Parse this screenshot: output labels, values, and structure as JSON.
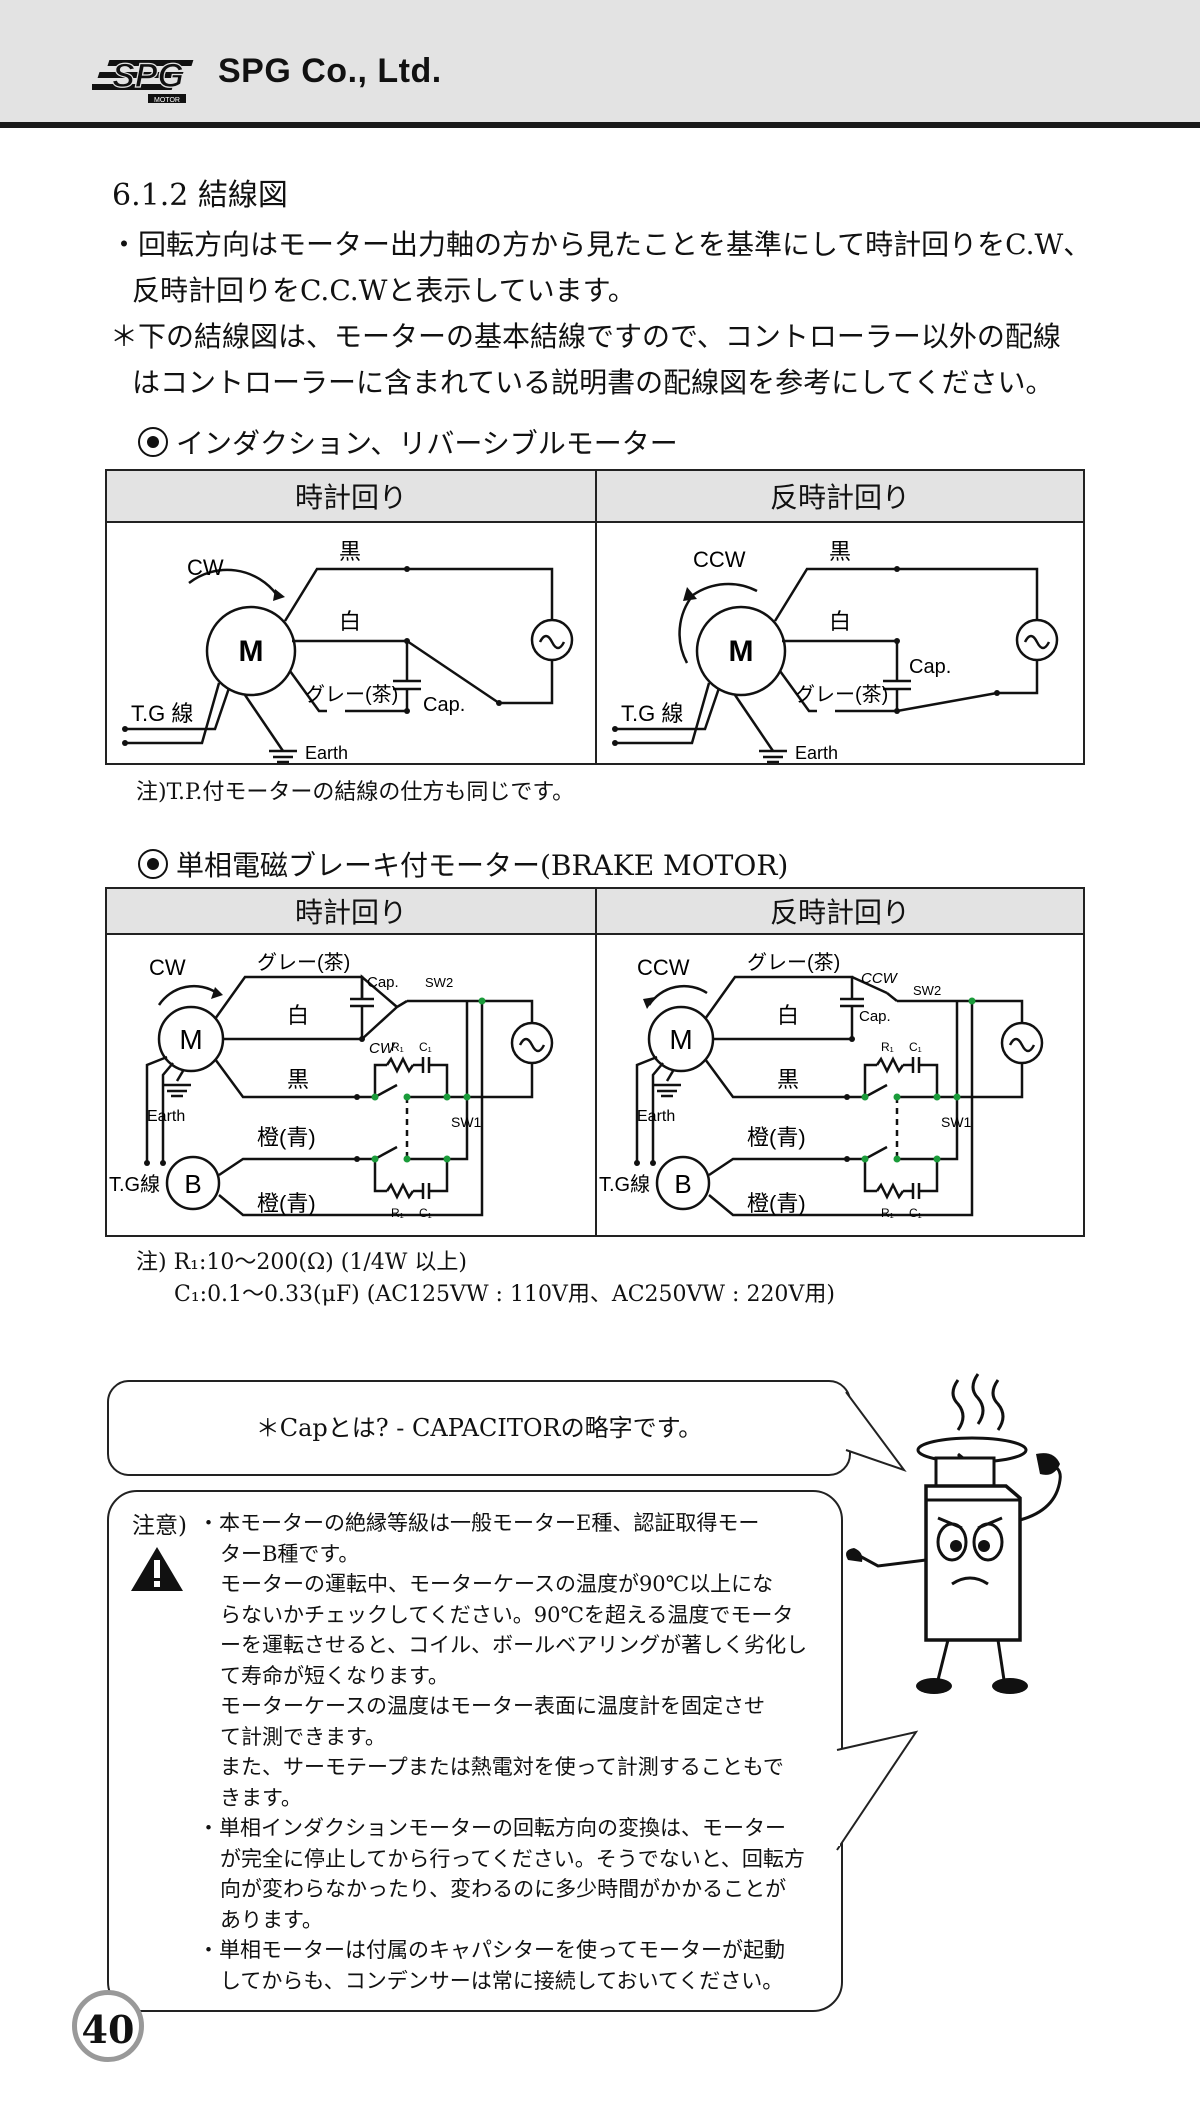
{
  "header": {
    "logo_text": "SPG",
    "logo_sub": "MOTOR",
    "company": "SPG Co., Ltd."
  },
  "section_title": "6.1.2 結線図",
  "intro": {
    "line1": "・回転方向はモーター出力軸の方から見たことを基準にして時計回りをC.W、",
    "line2": "反時計回りをC.C.Wと表示しています。",
    "line3": "＊下の結線図は、モーターの基本結線ですので、コントローラー以外の配線",
    "line4": "はコントローラーに含まれている説明書の配線図を参考にしてください。"
  },
  "induction": {
    "heading": "インダクション、リバーシブルモーター",
    "col_cw": "時計回り",
    "col_ccw": "反時計回り",
    "diagram_cw": {
      "rotation": "CW",
      "motor": "M",
      "black": "黒",
      "white": "白",
      "gray": "グレー(茶)",
      "cap": "Cap.",
      "tg": "T.G 線",
      "earth": "Earth"
    },
    "diagram_ccw": {
      "rotation": "CCW",
      "motor": "M",
      "black": "黒",
      "white": "白",
      "gray": "グレー(茶)",
      "cap": "Cap.",
      "tg": "T.G 線",
      "earth": "Earth"
    },
    "note": "注)T.P.付モーターの結線の仕方も同じです。"
  },
  "brake": {
    "heading": "単相電磁ブレーキ付モーター(BRAKE MOTOR)",
    "col_cw": "時計回り",
    "col_ccw": "反時計回り",
    "diagram_cw": {
      "rotation": "CW",
      "motor": "M",
      "brake": "B",
      "gray": "グレー(茶)",
      "white": "白",
      "black": "黒",
      "orange1": "橙(青)",
      "orange2": "橙(青)",
      "cap": "Cap.",
      "sw2": "SW2",
      "sw1": "SW1",
      "sw_dir": "CW",
      "r1": "R₁",
      "c1": "C₁",
      "earth": "Earth",
      "tg": "T.G線"
    },
    "diagram_ccw": {
      "rotation": "CCW",
      "motor": "M",
      "brake": "B",
      "gray": "グレー(茶)",
      "white": "白",
      "black": "黒",
      "orange1": "橙(青)",
      "orange2": "橙(青)",
      "cap": "Cap.",
      "sw2": "SW2",
      "sw1": "SW1",
      "sw_dir": "CCW",
      "r1": "R₁",
      "c1": "C₁",
      "earth": "Earth",
      "tg": "T.G線"
    },
    "note1": "注) R₁:10～200(Ω) (1/4W 以上)",
    "note2": "C₁:0.1～0.33(μF) (AC125VW : 110V用、AC250VW : 220V用)"
  },
  "cap_bubble": "＊Capとは? - CAPACITORの略字です。",
  "warning": {
    "label": "注意)",
    "lines": [
      "・本モーターの絶縁等級は一般モーターE種、認証取得モー",
      "ターB種です。",
      "モーターの運転中、モーターケースの温度が90℃以上にな",
      "らないかチェックしてください。90℃を超える温度でモータ",
      "ーを運転させると、コイル、ボールベアリングが著しく劣化し",
      "て寿命が短くなります。",
      "モーターケースの温度はモーター表面に温度計を固定させ",
      "て計測できます。",
      "また、サーモテープまたは熱電対を使って計測することもで",
      "きます。",
      "・単相インダクションモーターの回転方向の変換は、モーター",
      "が完全に停止してから行ってください。そうでないと、回転方",
      "向が変わらなかったり、変わるのに多少時間がかかることが",
      "あります。",
      "・単相モーターは付属のキャパシターを使ってモーターが起動",
      "してからも、コンデンサーは常に接続しておいてください。"
    ]
  },
  "page_number": "40"
}
